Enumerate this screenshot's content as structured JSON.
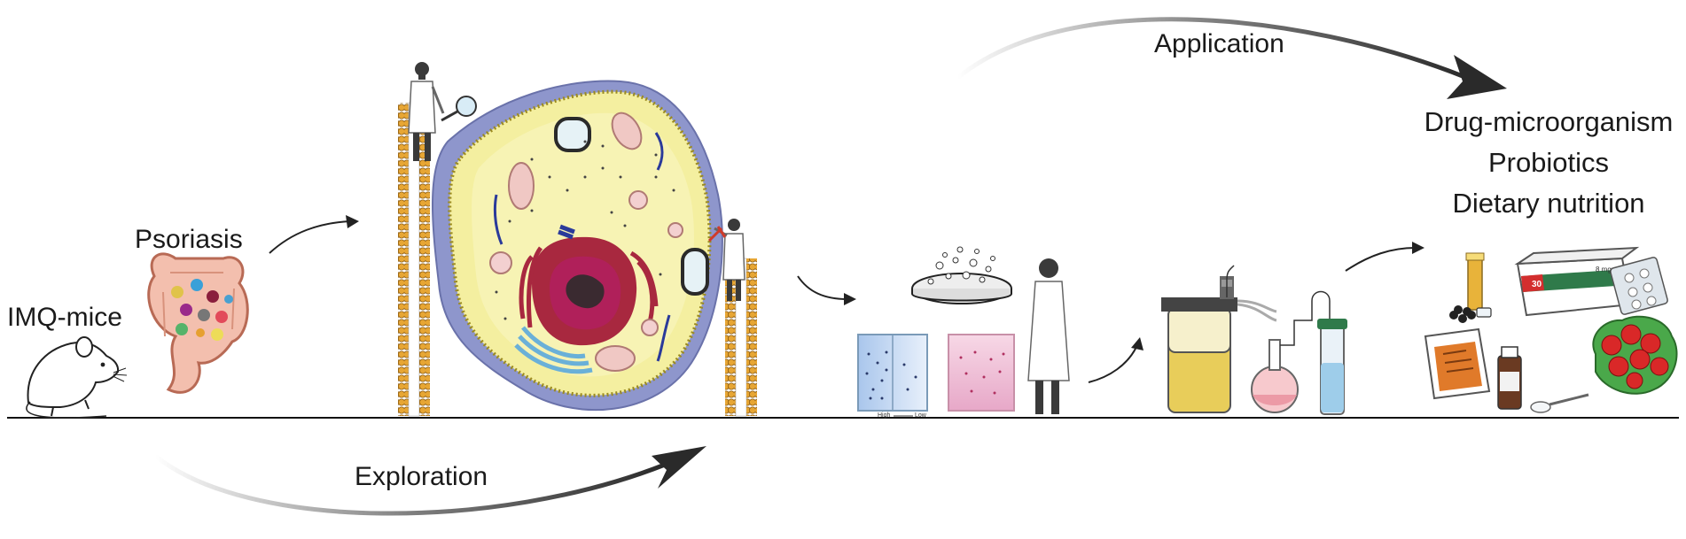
{
  "diagram": {
    "labels": {
      "imq_mice": "IMQ-mice",
      "psoriasis": "Psoriasis",
      "application": "Application",
      "exploration": "Exploration"
    },
    "outcomes": [
      "Drug-microorganism",
      "Probiotics",
      "Dietary nutrition"
    ],
    "gradient_axis": {
      "high": "High",
      "low": "Low"
    },
    "pill_box_text": {
      "count": "30",
      "dose": "8 mg"
    },
    "colors": {
      "cell_fill": "#f4efa0",
      "membrane": "#8e96cc",
      "nucleus": "#b0205a",
      "er": "#a8283f",
      "arrow": "#2a2a2a",
      "ground": "#111111"
    }
  }
}
